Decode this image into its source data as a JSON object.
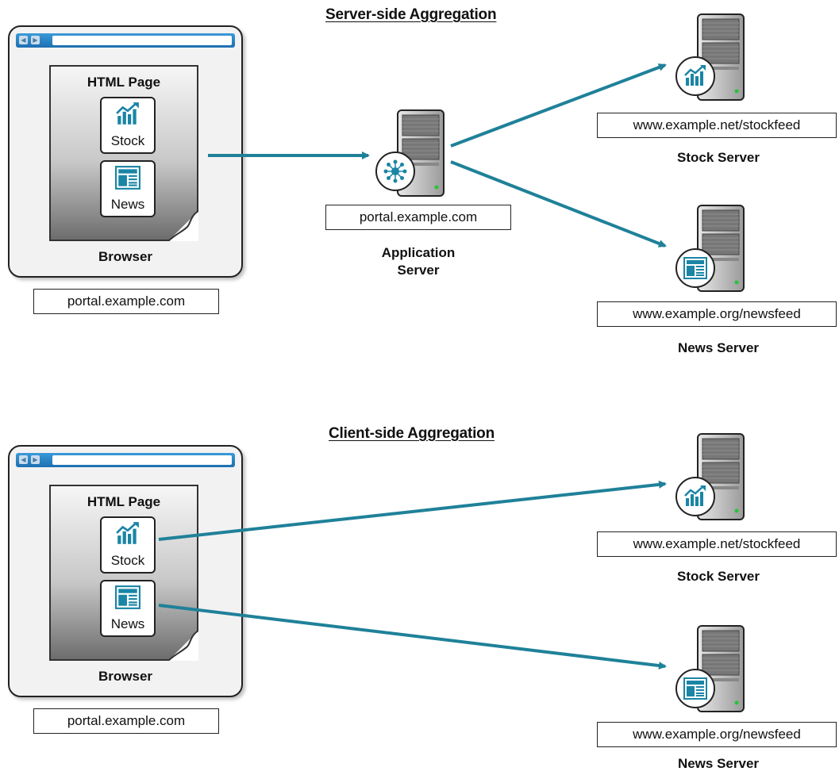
{
  "colors": {
    "arrow": "#1f8199",
    "icon": "#1a85a5",
    "titlebar": "#2a86c9"
  },
  "sections": [
    {
      "heading": "Server-side Aggregation",
      "browser": {
        "page_title": "HTML Page",
        "stock_label": "Stock",
        "news_label": "News",
        "label": "Browser",
        "url": "portal.example.com"
      },
      "app_server": {
        "url": "portal.example.com",
        "label_line1": "Application",
        "label_line2": "Server"
      },
      "stock_server": {
        "url": "www.example.net/stockfeed",
        "label": "Stock Server"
      },
      "news_server": {
        "url": "www.example.org/newsfeed",
        "label": "News Server"
      }
    },
    {
      "heading": "Client-side Aggregation",
      "browser": {
        "page_title": "HTML Page",
        "stock_label": "Stock",
        "news_label": "News",
        "label": "Browser",
        "url": "portal.example.com"
      },
      "stock_server": {
        "url": "www.example.net/stockfeed",
        "label": "Stock Server"
      },
      "news_server": {
        "url": "www.example.org/newsfeed",
        "label": "News Server"
      }
    }
  ],
  "icons": {
    "stock": "stock-chart-icon",
    "news": "newspaper-icon",
    "app": "hub-icon"
  }
}
